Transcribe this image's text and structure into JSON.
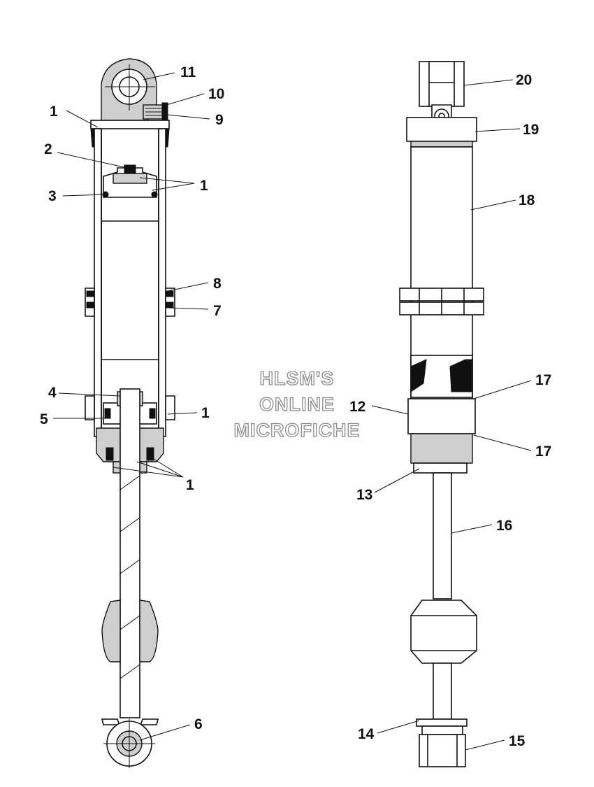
{
  "diagram": {
    "watermark": [
      "HLSM'S",
      "ONLINE",
      "MICROFICHE"
    ],
    "callouts": [
      {
        "id": "c11a",
        "label": "11"
      },
      {
        "id": "c10",
        "label": "10"
      },
      {
        "id": "c9",
        "label": "9"
      },
      {
        "id": "c1a",
        "label": "1"
      },
      {
        "id": "c2",
        "label": "2"
      },
      {
        "id": "c1b",
        "label": "1"
      },
      {
        "id": "c3",
        "label": "3"
      },
      {
        "id": "c8",
        "label": "8"
      },
      {
        "id": "c7",
        "label": "7"
      },
      {
        "id": "c4",
        "label": "4"
      },
      {
        "id": "c5",
        "label": "5"
      },
      {
        "id": "c1c",
        "label": "1"
      },
      {
        "id": "c1d",
        "label": "1"
      },
      {
        "id": "c6",
        "label": "6"
      },
      {
        "id": "c20",
        "label": "20"
      },
      {
        "id": "c19",
        "label": "19"
      },
      {
        "id": "c18",
        "label": "18"
      },
      {
        "id": "c17a",
        "label": "17"
      },
      {
        "id": "c12",
        "label": "12"
      },
      {
        "id": "c17b",
        "label": "17"
      },
      {
        "id": "c13",
        "label": "13"
      },
      {
        "id": "c16",
        "label": "16"
      },
      {
        "id": "c14",
        "label": "14"
      },
      {
        "id": "c15",
        "label": "15"
      }
    ]
  }
}
